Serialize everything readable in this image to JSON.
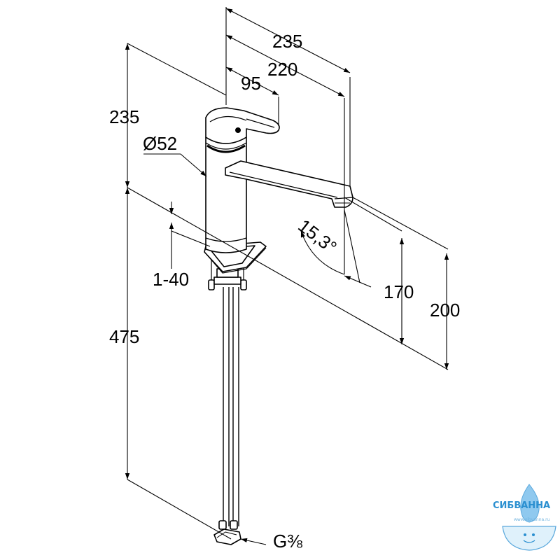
{
  "dimensions": {
    "top_width_235": "235",
    "spout_reach_220": "220",
    "lever_95": "95",
    "body_height_235": "235",
    "diameter": "Ø52",
    "deck_thickness": "1-40",
    "hose_length": "475",
    "spout_angle": "15,3°",
    "spout_height_170": "170",
    "spout_height_200": "200",
    "connection_thread": "G⅜"
  },
  "watermark": {
    "brand": "СИБВАННА",
    "url": "www.sibvanna.ru",
    "color": "#2a8fd0"
  }
}
